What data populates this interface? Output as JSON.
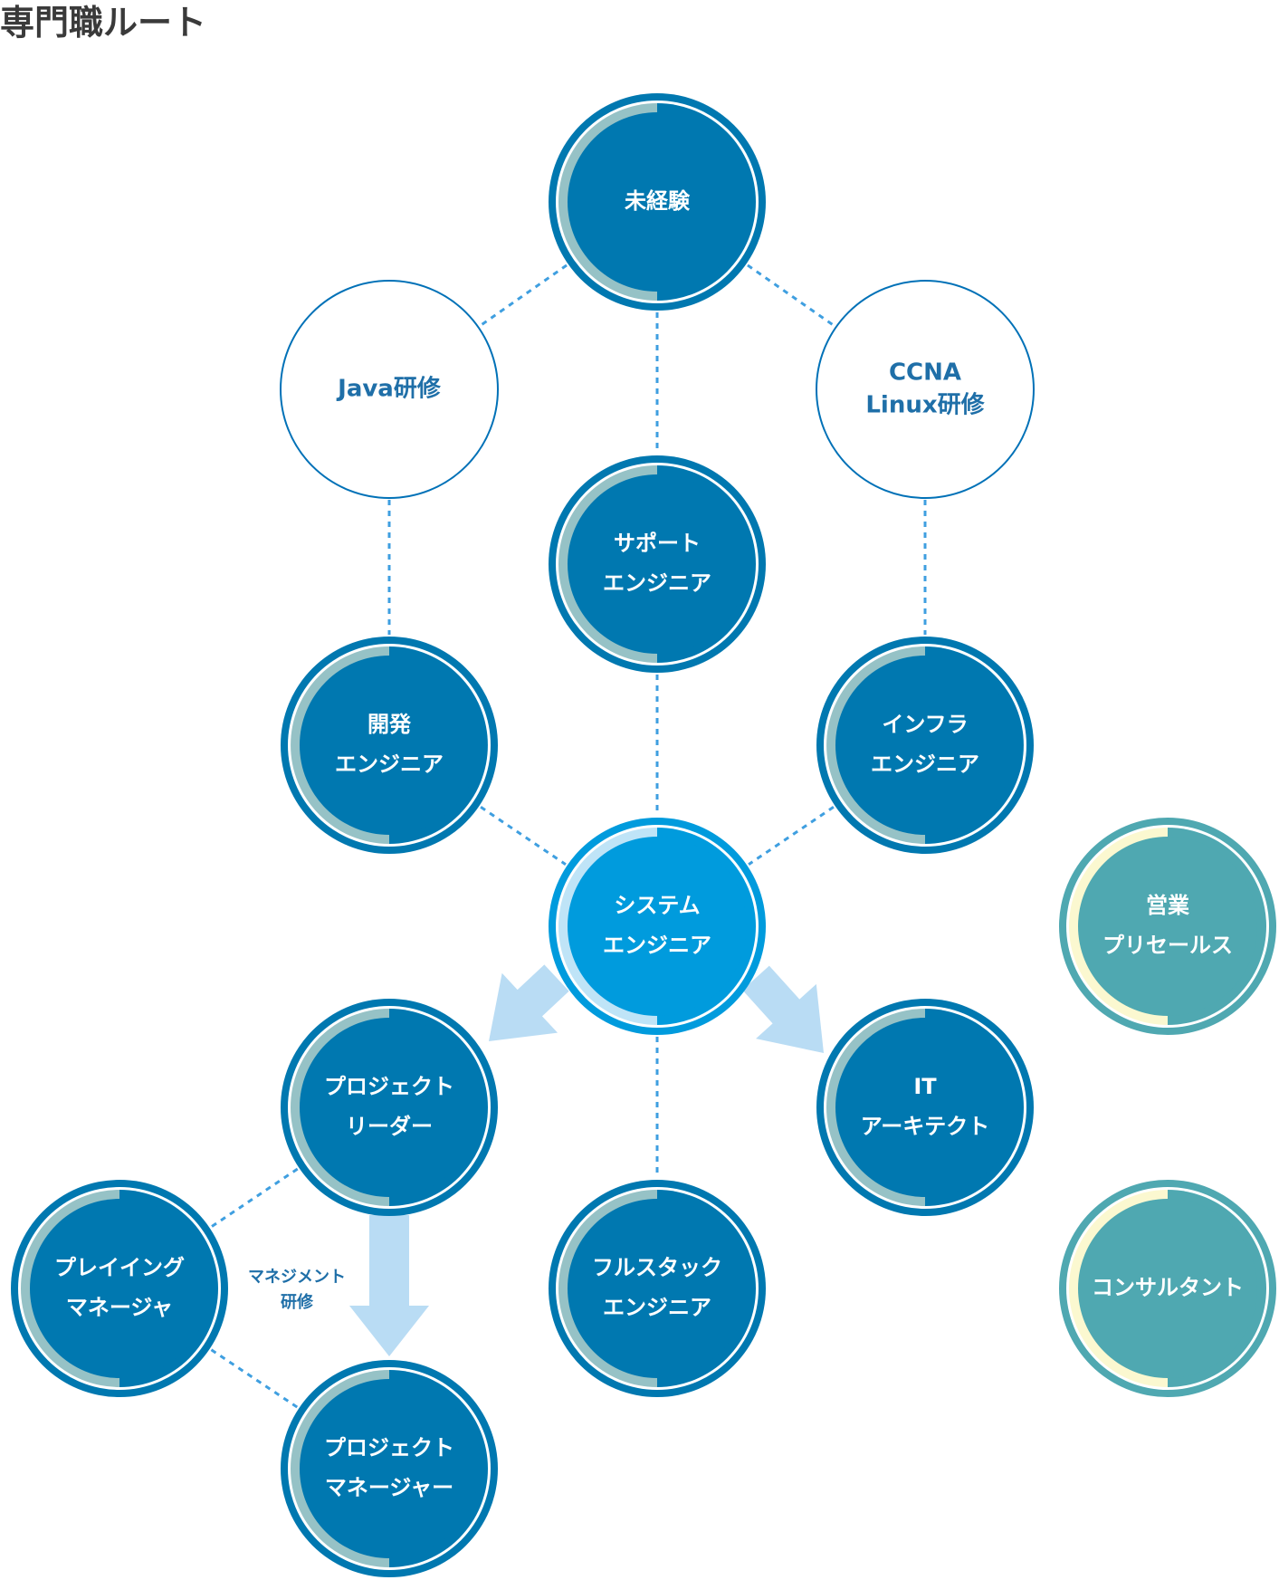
{
  "title": "専門職ルート",
  "colors": {
    "dark_node": "#0078B0",
    "dark_ring_accent": "#96C2C6",
    "system_node": "#009BDD",
    "system_ring_accent": "#BFE4F7",
    "teal_node": "#4FA8B1",
    "teal_ring_accent": "#FBF8D0",
    "training_stroke": "#0071B7",
    "training_text": "#1F6FA8",
    "dotted_line": "#3F9FE0",
    "arrow": "#B9DCF4"
  },
  "nodes": {
    "mikeiken": {
      "lines": [
        "未経験"
      ],
      "type": "dark"
    },
    "java": {
      "lines": [
        "Java研修"
      ],
      "type": "training"
    },
    "ccna": {
      "lines": [
        "CCNA",
        "Linux研修"
      ],
      "type": "training"
    },
    "support": {
      "lines": [
        "サポート",
        "エンジニア"
      ],
      "type": "dark"
    },
    "kaihatsu": {
      "lines": [
        "開発",
        "エンジニア"
      ],
      "type": "dark"
    },
    "infra": {
      "lines": [
        "インフラ",
        "エンジニア"
      ],
      "type": "dark"
    },
    "system": {
      "lines": [
        "システム",
        "エンジニア"
      ],
      "type": "system"
    },
    "eigyo": {
      "lines": [
        "営業",
        "プリセールス"
      ],
      "type": "teal"
    },
    "pl": {
      "lines": [
        "プロジェクト",
        "リーダー"
      ],
      "type": "dark"
    },
    "it": {
      "lines": [
        "IT",
        "アーキテクト"
      ],
      "type": "dark"
    },
    "playing": {
      "lines": [
        "プレイイング",
        "マネージャ"
      ],
      "type": "dark"
    },
    "fullstack": {
      "lines": [
        "フルスタック",
        "エンジニア"
      ],
      "type": "dark"
    },
    "consultant": {
      "lines": [
        "コンサルタント"
      ],
      "type": "teal"
    },
    "pm": {
      "lines": [
        "プロジェクト",
        "マネージャー"
      ],
      "type": "dark"
    }
  },
  "management_label": [
    "マネジメント",
    "研修"
  ]
}
